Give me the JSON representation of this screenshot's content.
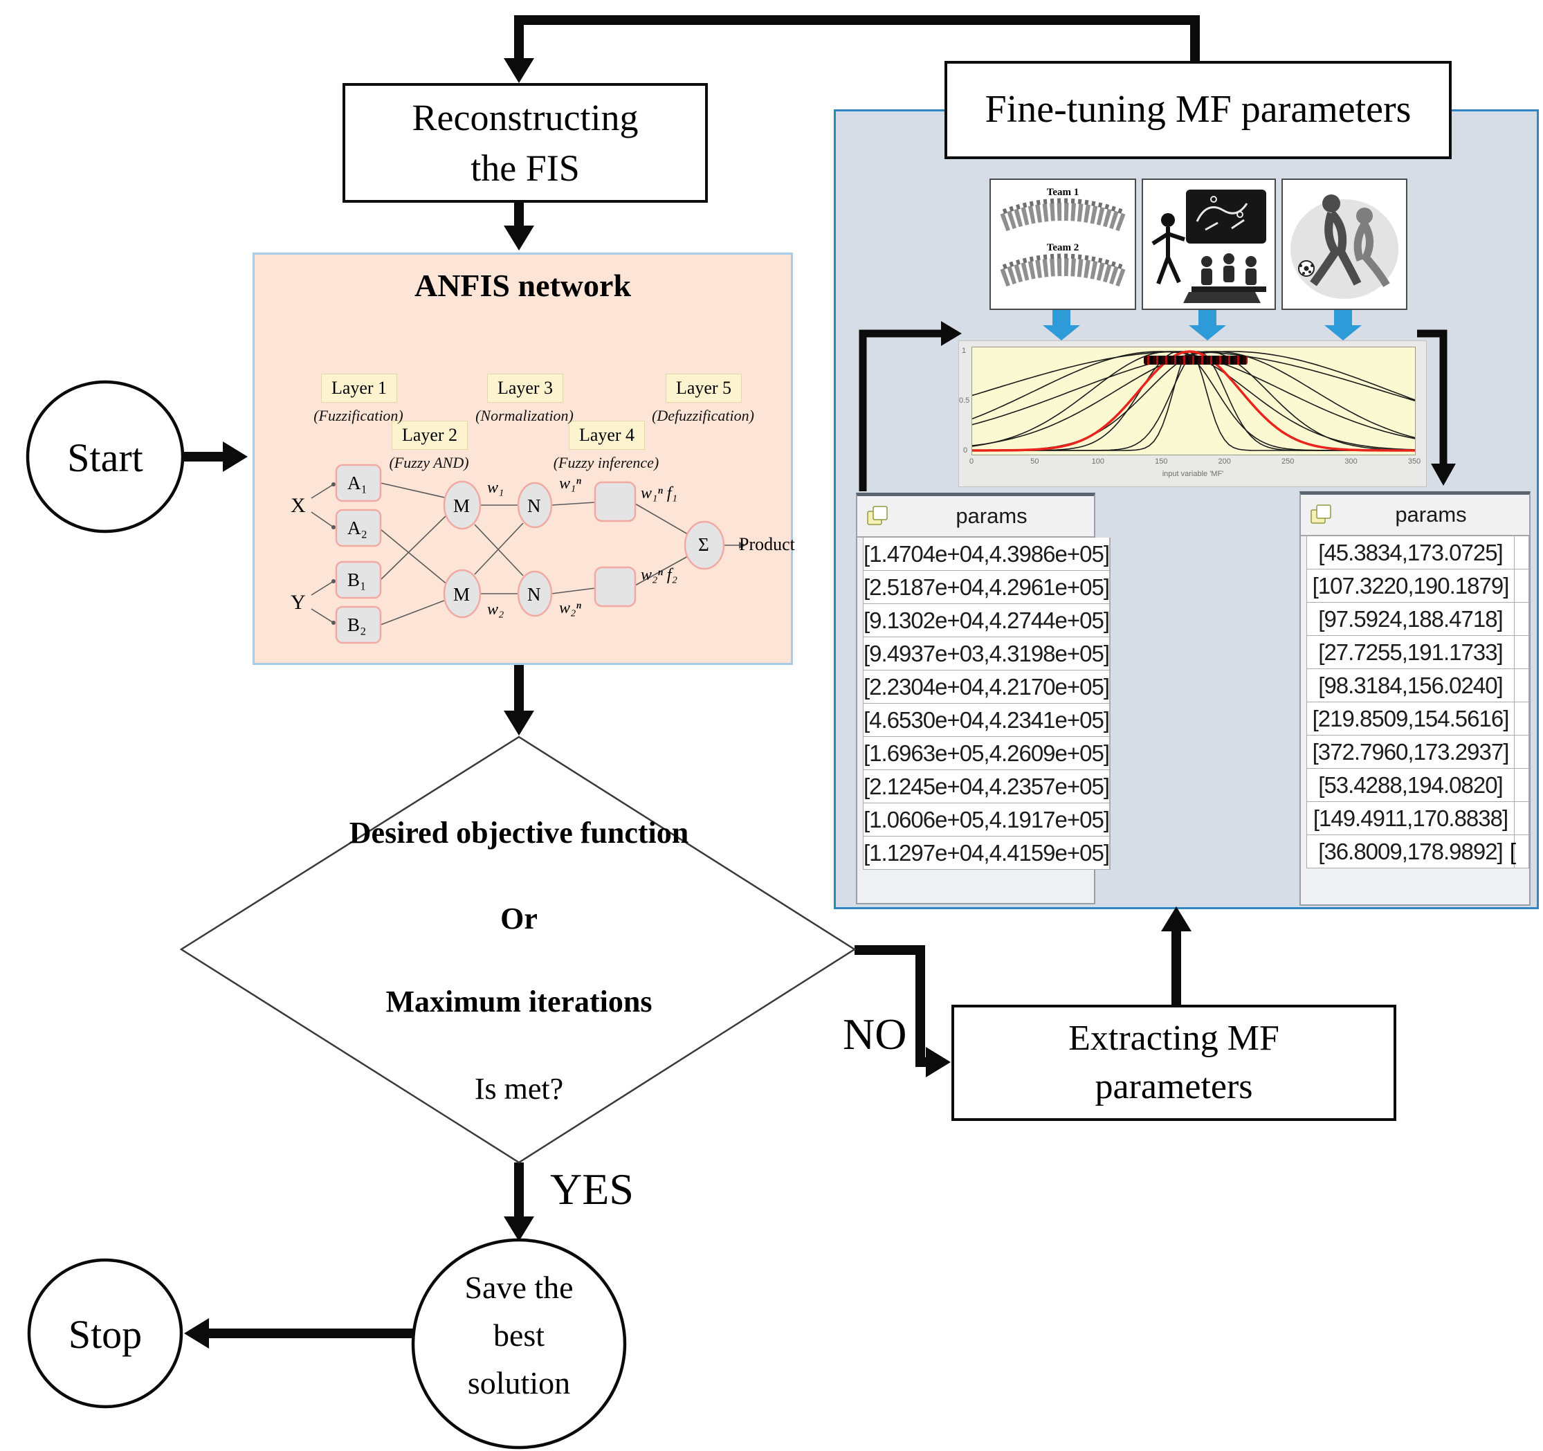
{
  "flowchart": {
    "start_label": "Start",
    "stop_label": "Stop",
    "yes_label": "YES",
    "no_label": "NO",
    "reconstructing_label": "Reconstructing\nthe FIS",
    "finetuning_label": "Fine-tuning MF parameters",
    "extracting_label": "Extracting MF\nparameters",
    "save_label": "Save the\nbest\nsolution",
    "decision": {
      "line1": "Desired objective function",
      "line2": "Or",
      "line3": "Maximum iterations",
      "line4": "Is met?"
    }
  },
  "anfis": {
    "title": "ANFIS network",
    "layers": [
      {
        "label": "Layer 1",
        "sub": "(Fuzzification)"
      },
      {
        "label": "Layer 2",
        "sub": "(Fuzzy AND)"
      },
      {
        "label": "Layer 3",
        "sub": "(Normalization)"
      },
      {
        "label": "Layer 4",
        "sub": "(Fuzzy inference)"
      },
      {
        "label": "Layer 5",
        "sub": "(Defuzzification)"
      }
    ],
    "inputs": {
      "x": "X",
      "y": "Y"
    },
    "nodes": {
      "a1": "A₁",
      "a2": "A₂",
      "b1": "B₁",
      "b2": "B₂",
      "m1": "M",
      "m2": "M",
      "n1": "N",
      "n2": "N",
      "sigma": "Σ"
    },
    "weights": {
      "w1": "w₁",
      "w2": "w₂",
      "w1n": "w₁ⁿ",
      "w2n": "w₂ⁿ",
      "w1nf1": "w₁ⁿ f₁",
      "w2nf2": "w₂ⁿ f₂"
    },
    "output_label": "Product"
  },
  "panel": {
    "images": {
      "teams": {
        "label1": "Team 1",
        "label2": "Team 2"
      },
      "tactics": {},
      "soccer": {}
    },
    "tables": {
      "left": {
        "header": "params",
        "rows": [
          "[1.4704e+04,4.3986e+05]",
          "[2.5187e+04,4.2961e+05]",
          "[9.1302e+04,4.2744e+05]",
          "[9.4937e+03,4.3198e+05]",
          "[2.2304e+04,4.2170e+05]",
          "[4.6530e+04,4.2341e+05]",
          "[1.6963e+05,4.2609e+05]",
          "[2.1245e+04,4.2357e+05]",
          "[1.0606e+05,4.1917e+05]",
          "[1.1297e+04,4.4159e+05]"
        ]
      },
      "right": {
        "header": "params",
        "cursor_after_last_row": "[",
        "rows": [
          "[45.3834,173.0725]",
          "[107.3220,190.1879]",
          "[97.5924,188.4718]",
          "[27.7255,191.1733]",
          "[98.3184,156.0240]",
          "[219.8509,154.5616]",
          "[372.7960,173.2937]",
          "[53.4288,194.0820]",
          "[149.4911,170.8838]",
          "[36.8009,178.9892]"
        ]
      }
    }
  },
  "chart_data": {
    "type": "line",
    "title": "",
    "xlabel": "input variable 'MF'",
    "ylabel": "",
    "xlim": [
      0,
      350
    ],
    "ylim": [
      0,
      1
    ],
    "xticks": [
      0,
      50,
      100,
      150,
      200,
      250,
      300,
      350
    ],
    "yticks": [
      0,
      0.5,
      1
    ],
    "grid": false,
    "legend": false,
    "background": "#fbf9d2",
    "series_note": "gaussian membership functions, all peak at 1.0",
    "curves": [
      {
        "name": "mf-black-1",
        "color": "#1a1a1a",
        "center": 172,
        "sigma": 13,
        "width": 1.6
      },
      {
        "name": "mf-black-2",
        "color": "#1a1a1a",
        "center": 179,
        "sigma": 21,
        "width": 1.6
      },
      {
        "name": "mf-black-3",
        "color": "#1a1a1a",
        "center": 163,
        "sigma": 30,
        "width": 1.6
      },
      {
        "name": "mf-black-4",
        "color": "#1a1a1a",
        "center": 186,
        "sigma": 47,
        "width": 1.6
      },
      {
        "name": "mf-black-5",
        "color": "#1a1a1a",
        "center": 156,
        "sigma": 62,
        "width": 1.6
      },
      {
        "name": "mf-black-6",
        "color": "#1a1a1a",
        "center": 192,
        "sigma": 78,
        "width": 1.6
      },
      {
        "name": "mf-black-7",
        "color": "#1a1a1a",
        "center": 148,
        "sigma": 98,
        "width": 1.6
      },
      {
        "name": "mf-black-8",
        "color": "#1a1a1a",
        "center": 205,
        "sigma": 125,
        "width": 1.6
      },
      {
        "name": "mf-black-9",
        "color": "#1a1a1a",
        "center": 168,
        "sigma": 155,
        "width": 1.6
      },
      {
        "name": "mf-red",
        "color": "#e8241c",
        "center": 172,
        "sigma": 40,
        "width": 3.5
      }
    ]
  },
  "colors": {
    "anfis_bg": "#fce5d6",
    "anfis_border": "#a8cdea",
    "panel_bg": "#d7dde6",
    "panel_border": "#2e86c4",
    "chip_bg": "#fdf3cf",
    "node_fill": "#e4e4e4",
    "node_border": "#f2a9a2",
    "blue_arrow": "#2e9ad7",
    "plot_bg": "#fbf9d2",
    "red_curve": "#e8241c"
  }
}
